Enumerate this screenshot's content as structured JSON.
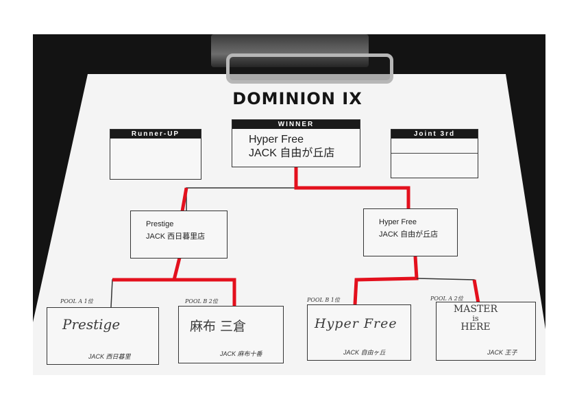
{
  "title": "DOMINION IX",
  "podium": {
    "runner_up_label": "Runner-UP",
    "winner_label": "WINNER",
    "winner_name": "Hyper Free",
    "winner_store": "JACK 自由が丘店",
    "joint3rd_label": "Joint 3rd"
  },
  "semis": {
    "left": {
      "name": "Prestige",
      "store": "JACK 西日暮里店"
    },
    "right": {
      "name": "Hyper Free",
      "store": "JACK 自由が丘店"
    }
  },
  "pools": [
    {
      "label": "POOL A 1位",
      "name": "Prestige",
      "store": "JACK 西日暮里"
    },
    {
      "label": "POOL B 2位",
      "name": "麻布 三倉",
      "store": "JACK 麻布十番"
    },
    {
      "label": "POOL B 1位",
      "name": "Hyper Free",
      "store": "JACK 自由ヶ丘"
    },
    {
      "label": "POOL A 2位",
      "name_line1": "MASTER",
      "name_line2": "is",
      "name_line3": "HERE",
      "store": "JACK 王子"
    }
  ],
  "colors": {
    "winner_path": "#e3101d",
    "line": "#333333",
    "paper": "#f4f4f4",
    "background": "#131313"
  }
}
